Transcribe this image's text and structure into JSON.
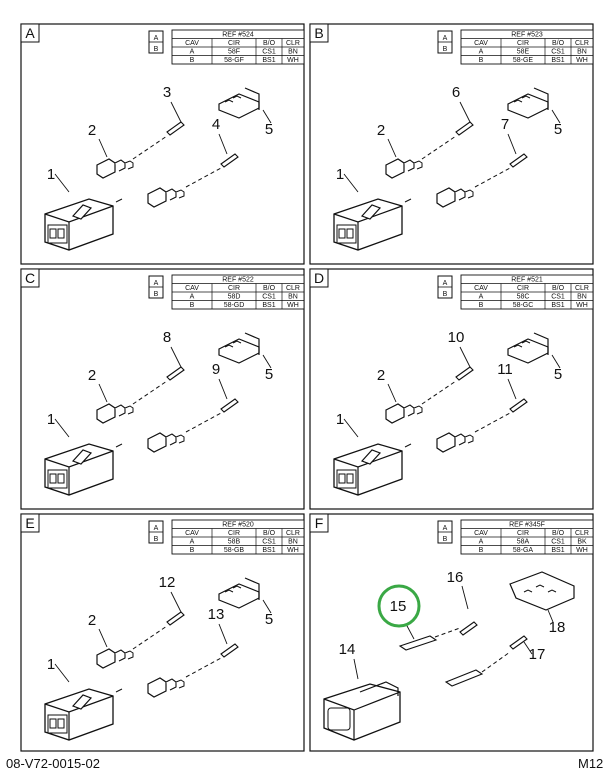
{
  "table_headers": [
    "CAV",
    "CIR",
    "B/O",
    "CLR"
  ],
  "panels": [
    {
      "letter": "A",
      "ref": "REF #524",
      "rows": [
        [
          "A",
          "58F",
          "CS1",
          "BN"
        ],
        [
          "B",
          "58-GF",
          "BS1",
          "WH"
        ]
      ],
      "callouts": [
        "1",
        "2",
        "3",
        "4",
        "5"
      ]
    },
    {
      "letter": "B",
      "ref": "REF #523",
      "rows": [
        [
          "A",
          "58E",
          "CS1",
          "BN"
        ],
        [
          "B",
          "58-GE",
          "BS1",
          "WH"
        ]
      ],
      "callouts": [
        "1",
        "2",
        "6",
        "7",
        "5"
      ]
    },
    {
      "letter": "C",
      "ref": "REF #522",
      "rows": [
        [
          "A",
          "58D",
          "CS1",
          "BN"
        ],
        [
          "B",
          "58-GD",
          "BS1",
          "WH"
        ]
      ],
      "callouts": [
        "1",
        "2",
        "8",
        "9",
        "5"
      ]
    },
    {
      "letter": "D",
      "ref": "REF #521",
      "rows": [
        [
          "A",
          "58C",
          "CS1",
          "BN"
        ],
        [
          "B",
          "58-GC",
          "BS1",
          "WH"
        ]
      ],
      "callouts": [
        "1",
        "2",
        "10",
        "11",
        "5"
      ]
    },
    {
      "letter": "E",
      "ref": "REF #520",
      "rows": [
        [
          "A",
          "58B",
          "CS1",
          "BN"
        ],
        [
          "B",
          "58-GB",
          "BS1",
          "WH"
        ]
      ],
      "callouts": [
        "1",
        "2",
        "12",
        "13",
        "5"
      ]
    },
    {
      "letter": "F",
      "ref": "REF #345F",
      "rows": [
        [
          "A",
          "58A",
          "CS1",
          "BK"
        ],
        [
          "B",
          "58-GA",
          "BS1",
          "WH"
        ]
      ],
      "callouts": [
        "14",
        "15",
        "16",
        "17",
        "18"
      ]
    }
  ],
  "icon_letters": [
    "A",
    "B"
  ],
  "highlight": {
    "callout": "15",
    "color": "#3aa845"
  },
  "footer": {
    "doc_number": "08-V72-0015-02",
    "page": "M12"
  }
}
